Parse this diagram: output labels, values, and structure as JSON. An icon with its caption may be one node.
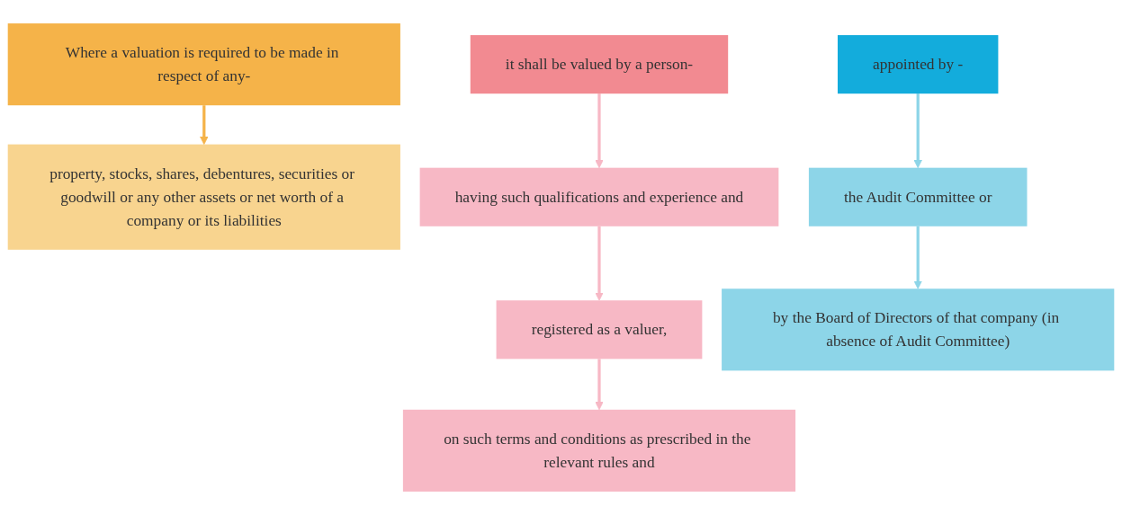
{
  "diagram": {
    "nodes": [
      {
        "text": [
          "Where a valuation is required to be made in respect of any-"
        ]
      },
      {
        "text": [
          "property, stocks, shares, debentures, securities or goodwill or any other assets or net worth of a company or its liabilities"
        ]
      },
      {
        "text": [
          "it shall be valued by a person-"
        ]
      },
      {
        "text": [
          "having such qualifications and experience and"
        ]
      },
      {
        "text": [
          "registered as a valuer,"
        ]
      },
      {
        "text": [
          "on such terms and conditions as prescribed in the relevant rules and"
        ]
      },
      {
        "text": [
          "appointed by -"
        ]
      },
      {
        "text": [
          "the Audit Committee or"
        ]
      },
      {
        "text": [
          "by the Board of Directors of that company (in absence of Audit Committee)"
        ]
      }
    ],
    "edges": [
      {
        "from": 0,
        "to": 1,
        "arrow": "to",
        "color": "#f5b349"
      },
      {
        "from": 2,
        "to": 3,
        "arrow": "to"
      },
      {
        "from": 3,
        "to": 4,
        "arrow": "to"
      },
      {
        "from": 4,
        "to": 5,
        "arrow": "to"
      },
      {
        "from": 6,
        "to": 7,
        "arrow": "to",
        "color": "#8dd5e8"
      },
      {
        "from": 7,
        "to": 8,
        "arrow": "to",
        "color": "#8dd5e8"
      }
    ]
  }
}
